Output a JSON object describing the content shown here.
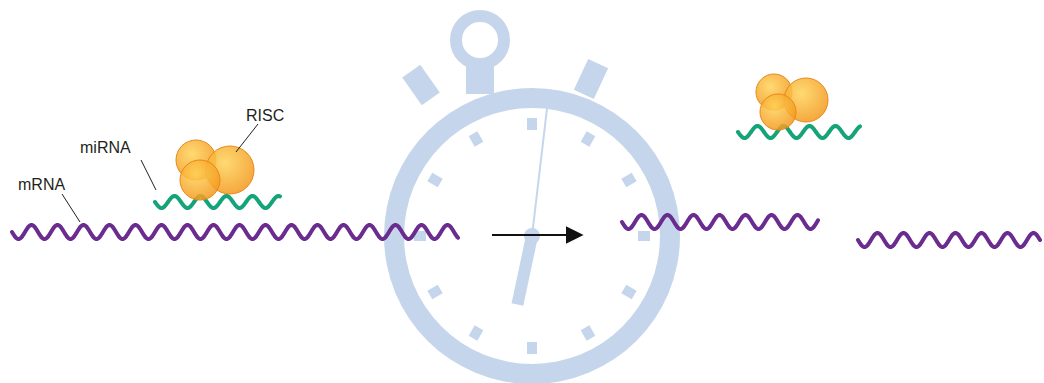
{
  "diagram": {
    "labels": [
      "mRNA",
      "miRNA",
      "RISC"
    ]
  }
}
